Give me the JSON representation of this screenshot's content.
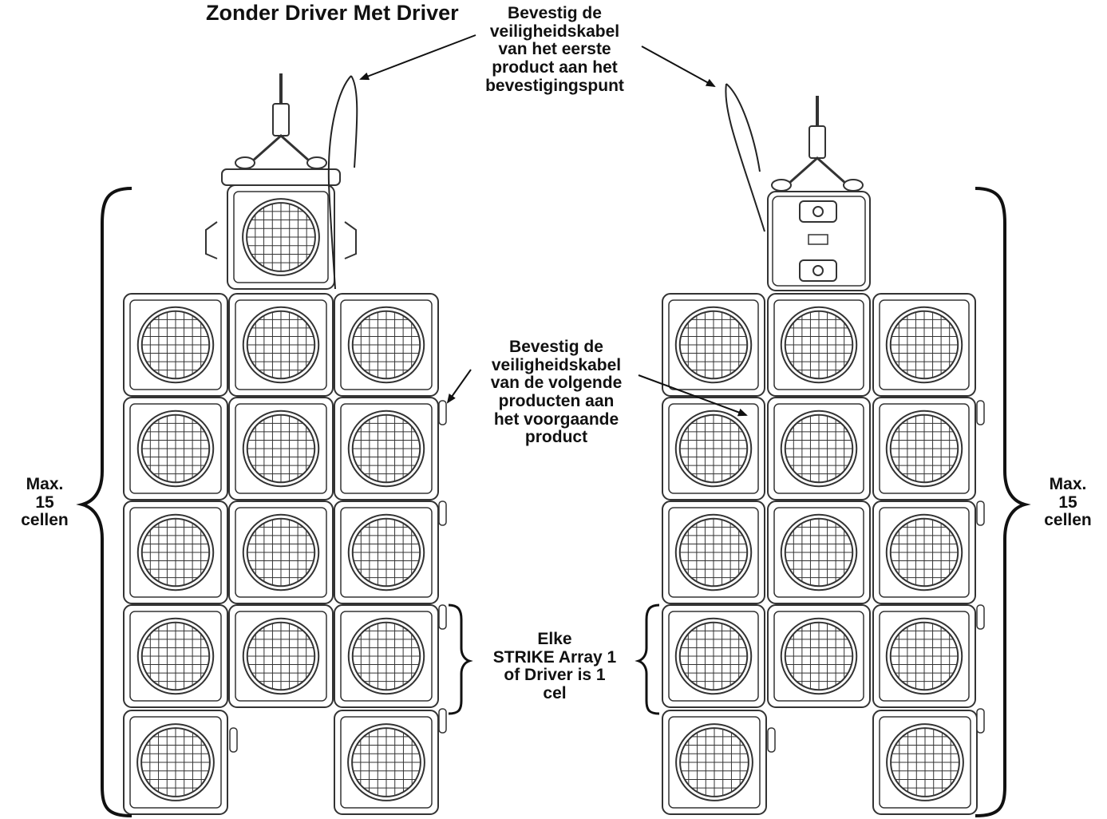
{
  "titles": {
    "left": "Zonder Driver",
    "right": "Met Driver"
  },
  "callouts": {
    "top": [
      "Bevestig de",
      "veiligheidskabel",
      "van het eerste",
      "product aan het",
      "bevestigingspunt"
    ],
    "middle": [
      "Bevestig de",
      "veiligheidskabel",
      "van de volgende",
      "producten aan",
      "het voorgaande",
      "product"
    ],
    "bottom": [
      "Elke",
      "STRIKE Array 1",
      "of Driver is 1",
      "cel"
    ]
  },
  "side_labels": {
    "left": [
      "Max.",
      "15",
      "cellen"
    ],
    "right": [
      "Max.",
      "15",
      "cellen"
    ]
  },
  "colors": {
    "ink": "#111111",
    "cell_stroke": "#333333",
    "background": "#ffffff"
  }
}
